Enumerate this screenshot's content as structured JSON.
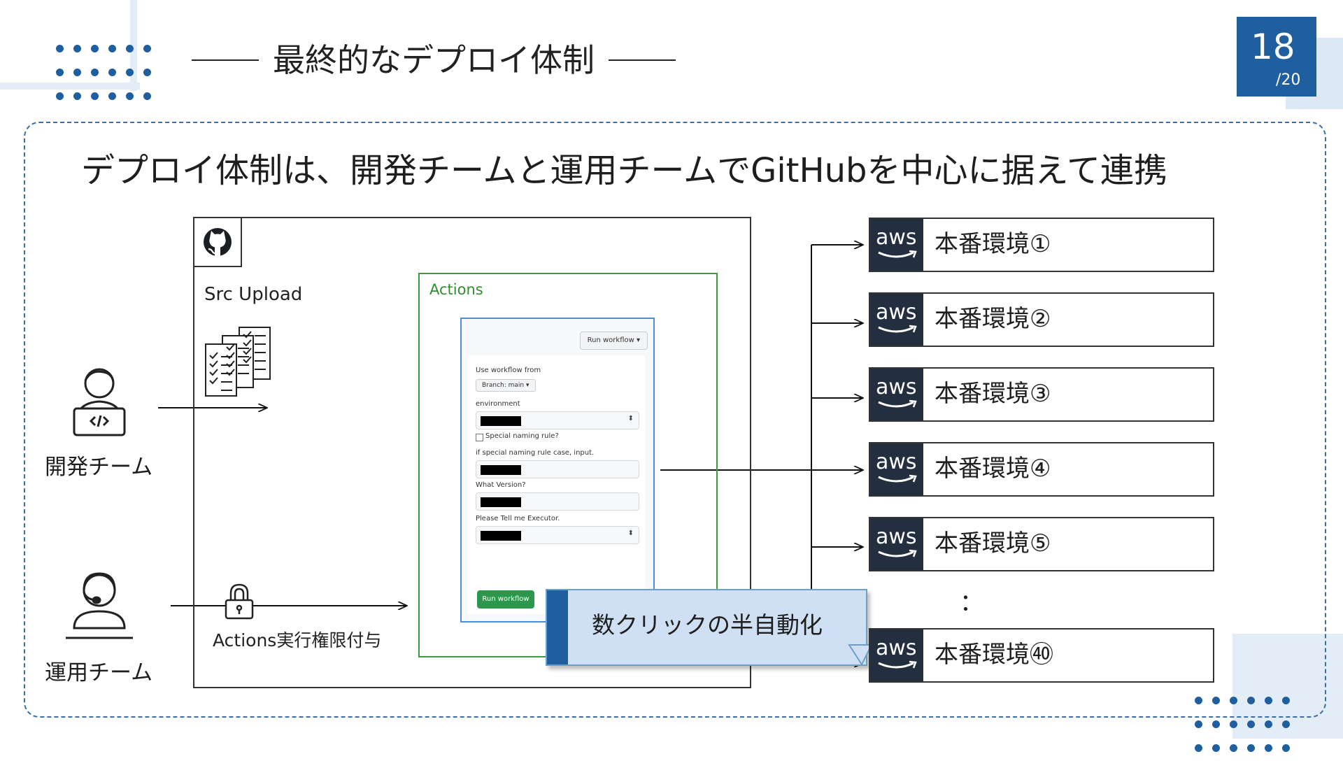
{
  "page": {
    "number": "18",
    "total": "/20"
  },
  "section_title": "最終的なデプロイ体制",
  "headline": "デプロイ体制は、開発チームと運用チームでGitHubを中心に据えて連携",
  "github_area": {
    "icon": "github-icon",
    "src_upload_label": "Src Upload",
    "permission_label": "Actions実行権限付与"
  },
  "actions": {
    "label": "Actions",
    "workflow": {
      "run_button": "Run workflow ▾",
      "use_from": "Use workflow from",
      "branch": "Branch: main ▾",
      "field_environment": "environment",
      "checkbox_label": "Special naming rule?",
      "field_special": "if special naming rule case, input.",
      "field_version": "What Version?",
      "field_executor": "Please Tell me Executor.",
      "submit": "Run workflow"
    }
  },
  "teams": {
    "dev": "開発チーム",
    "ops": "運用チーム"
  },
  "callout": "数クリックの半自動化",
  "aws_logo_text": "aws",
  "environments": [
    "本番環境①",
    "本番環境②",
    "本番環境③",
    "本番環境④",
    "本番環境⑤",
    "本番環境㊵"
  ],
  "ellipsis": "："
}
